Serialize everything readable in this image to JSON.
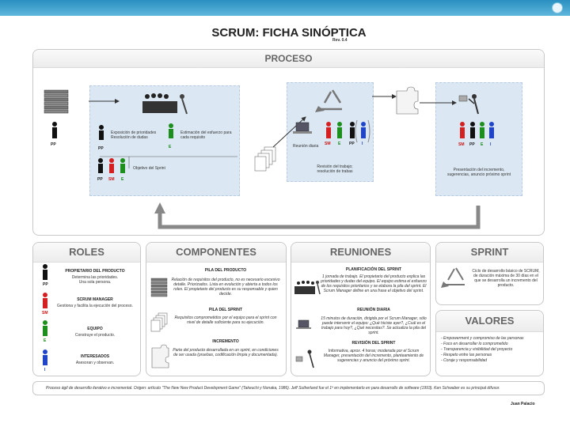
{
  "header": {
    "title": "SCRUM: FICHA SINÓPTICA",
    "revision": "Rev. 0.4"
  },
  "proceso": {
    "title": "PROCESO",
    "pp": "PP",
    "exposicion": "Exposición de prioridades\nResolución de dudas",
    "estimacion": "Estimación del esfuerzo para cada requisito",
    "objetivo": "Objetivo del Sprint",
    "reunion_diaria": "Reunión diaria",
    "revision_trabajo": "Revisión del trabajo;\nresolución de trabas",
    "presentacion": "Presentación del incremento,\nsugerencias, anuncio próximo sprint",
    "labels": {
      "pp": "PP",
      "e": "E",
      "sm": "SM",
      "i": "I"
    }
  },
  "roles": {
    "title": "ROLES",
    "items": [
      {
        "tag": "PP",
        "title": "PROPIETARIO DEL PRODUCTO",
        "desc": "Determina las prioridades.\nUna sola persona."
      },
      {
        "tag": "SM",
        "title": "SCRUM MANAGER",
        "desc": "Gestiona y facilita la ejecución del proceso."
      },
      {
        "tag": "E",
        "title": "EQUIPO",
        "desc": "Construye el producto."
      },
      {
        "tag": "I",
        "title": "INTERESADOS",
        "desc": "Asesoran y observan."
      }
    ]
  },
  "componentes": {
    "title": "COMPONENTES",
    "items": [
      {
        "title": "PILA DEL PRODUCTO",
        "desc": "Relación de requisitos del producto, no es necesario excesivo detalle. Priorizados. Lista en evolución y abierta a todos los roles. El propietario del producto es su responsable y quien decide."
      },
      {
        "title": "PILA DEL SPRINT",
        "desc": "Requisitos comprometidos por el equipo para el sprint con nivel de detalle suficiente para su ejecución."
      },
      {
        "title": "INCREMENTO",
        "desc": "Parte del producto desarrollada en un sprint, en condiciones de ser usada (pruebas, codificación limpia y documentada)."
      }
    ]
  },
  "reuniones": {
    "title": "REUNIONES",
    "items": [
      {
        "title": "PLANIFICACIÓN DEL SPRINT",
        "desc": "1 jornada de trabajo. El propietario del producto explica las prioridades y dudas del equipo. El equipo estima el esfuerzo de los requisitos prioritarios y se elabora la pila del sprint. El Scrum Manager define en una frase el objetivo del sprint."
      },
      {
        "title": "REUNIÓN DIARIA",
        "desc": "15 minutos de duración, dirigida por el Scrum Manager, sólo puede intervenir el equipo: ¿Qué hiciste ayer?, ¿Cuál es el trabajo para hoy?, ¿Qué necesitas?. Se actualiza la pila del sprint."
      },
      {
        "title": "REVISIÓN DEL SPRINT",
        "desc": "Informativa, aprox. 4 horas; moderada por el Scrum Manager, presentación del incremento, planteamiento de sugerencias y anuncio del próximo sprint."
      }
    ]
  },
  "sprint": {
    "title": "SPRINT",
    "desc": "Ciclo de desarrollo básico de SCRUM, de duración máxima de 30 días en el que se desarrolla un incremento del producto."
  },
  "valores": {
    "title": "VALORES",
    "items": [
      "- Empowerment y compromiso de las personas",
      "- Foco en desarrollar lo comprometido",
      "- Transparencia y visibilidad del proyecto",
      "- Respeto entre las personas",
      "- Coraje y responsabilidad"
    ]
  },
  "footer": {
    "text": "Proceso ágil de desarrollo iterativo e incremental. Origen: artículo \"The New New Product Development Game\" (Takeuchi y Nonaka, 1986). Jeff Sutherland fue el 1º en implementarlo en para desarrollo de software (1993). Ken Schwaber es su principal difusor.",
    "author": "Juan Palacio"
  },
  "colors": {
    "pp": "#111111",
    "sm": "#d42020",
    "e": "#1d8f1d",
    "i": "#2045c8",
    "zone": "#dbe8f3"
  }
}
